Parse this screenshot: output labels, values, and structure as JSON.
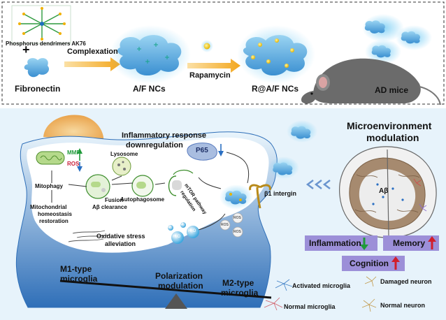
{
  "top_panel": {
    "dendrimer_label": "Phosphorus dendrimers AK76",
    "plus": "+",
    "fibronectin_label": "Fibronectin",
    "complexation_label": "Complexation",
    "af_ncs_label": "A/F NCs",
    "rapamycin_label": "Rapamycin",
    "raf_ncs_label": "R@A/F NCs",
    "ad_mice_label": "AD mice"
  },
  "cell_panel": {
    "inflammatory_line1": "Inflammatory response",
    "inflammatory_line2": "downregulation",
    "p65_label": "P65",
    "mmp_label": "MMP",
    "ros_label": "ROS",
    "lysosome_label": "Lysosome",
    "mitophagy_label": "Mitophagy",
    "fusion_label": "Fusion",
    "clearance_label": "Aβ clearance",
    "autophagosome_label": "Autophagosome",
    "mtor_line1": "mTOR pathway",
    "mtor_line2": "regulation",
    "homeostasis_line1": "Mitochondrial",
    "homeostasis_line2": "homeostasis",
    "homeostasis_line3": "restoration",
    "oxidative_line1": "Oxidative stress",
    "oxidative_line2": "alleviation",
    "ros_bubble": "ROS",
    "o2_symbol": "O₂",
    "h2o_symbol": "H₂O",
    "integrin_label": "β1 intergin",
    "m1_line1": "M1-type",
    "m1_line2": "microglia",
    "polarization_line1": "Polarization",
    "polarization_line2": "modulation",
    "m2_line1": "M2-type",
    "m2_line2": "microglia"
  },
  "right_panel": {
    "title_line1": "Microenvironment",
    "title_line2": "modulation",
    "abeta_label": "Aβ",
    "inflammation_label": "Inflammation",
    "memory_label": "Memory",
    "cognition_label": "Cognition",
    "legend": {
      "activated": "Activated microglia",
      "damaged": "Damaged neuron",
      "normal_microglia": "Normal microglia",
      "normal_neuron": "Normal neuron"
    }
  },
  "colors": {
    "down_arrow_green": "#1f9a3a",
    "up_arrow_red": "#d11e2b",
    "mmp_green": "#1f9a3a",
    "ros_red": "#c8203a",
    "box_purple": "#9c8fd8",
    "arrow_orange": "#f3a71e",
    "arrow_blue": "#5d8ed0",
    "cell_blue": "#cfe7f7",
    "panel_bg": "#e7f3fb"
  },
  "icons": [
    "phosphorus-dendrimer-icon",
    "fibronectin-icon",
    "nanocomplex-icon",
    "rapamycin-icon",
    "mouse-icon",
    "mitochondrion-icon",
    "lysosome-icon",
    "autophagosome-icon",
    "brain-icon",
    "microglia-icon",
    "neuron-icon",
    "seesaw-icon"
  ]
}
